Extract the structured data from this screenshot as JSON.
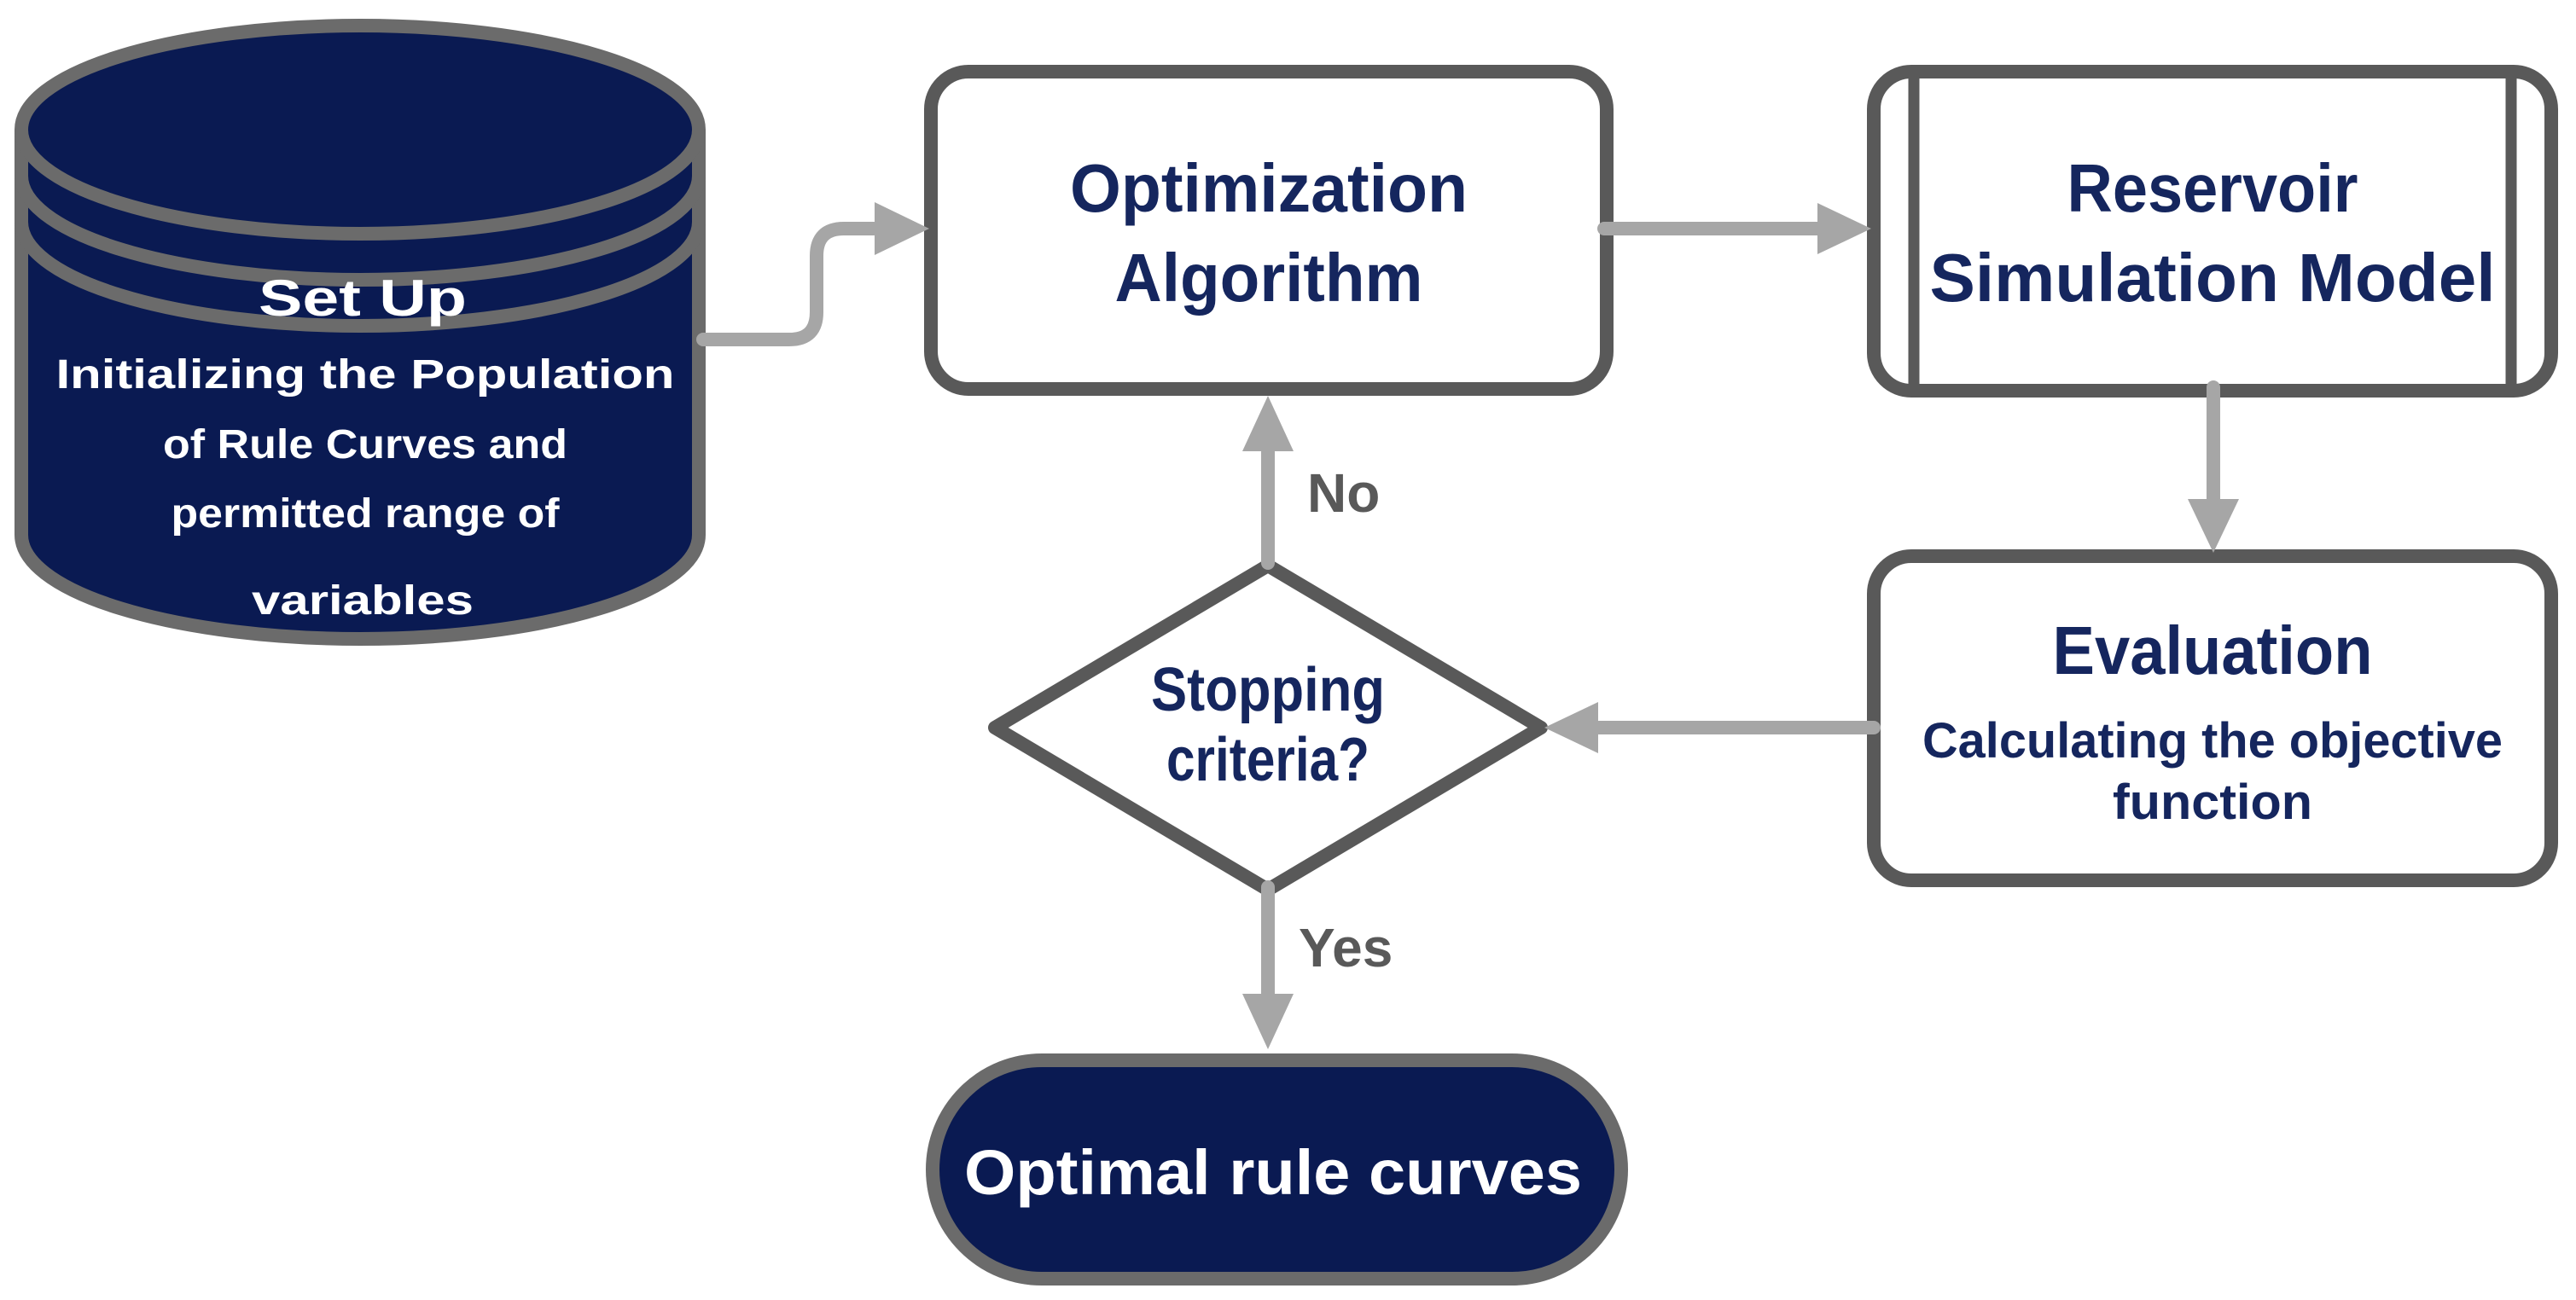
{
  "colors": {
    "navy_fill": "#0A1A52",
    "navy_text": "#15265E",
    "white_text": "#FFFFFF",
    "shape_border_gray": "#595959",
    "cylinder_border_gray": "#6B6B6B",
    "connector_gray": "#A6A6A6",
    "edge_label_gray": "#595959",
    "background": "#FFFFFF"
  },
  "nodes": {
    "setup": {
      "title": "Set Up",
      "lines": [
        "Initializing the Population",
        "of Rule Curves and",
        "permitted range of",
        "variables"
      ]
    },
    "optimization": {
      "line1": "Optimization",
      "line2": "Algorithm"
    },
    "reservoir": {
      "line1": "Reservoir",
      "line2": "Simulation Model"
    },
    "evaluation": {
      "title": "Evaluation",
      "sub1": "Calculating the objective",
      "sub2": "function"
    },
    "decision": {
      "line1": "Stopping",
      "line2": "criteria?"
    },
    "output": {
      "label": "Optimal rule curves"
    }
  },
  "edges": {
    "no_label": "No",
    "yes_label": "Yes"
  }
}
